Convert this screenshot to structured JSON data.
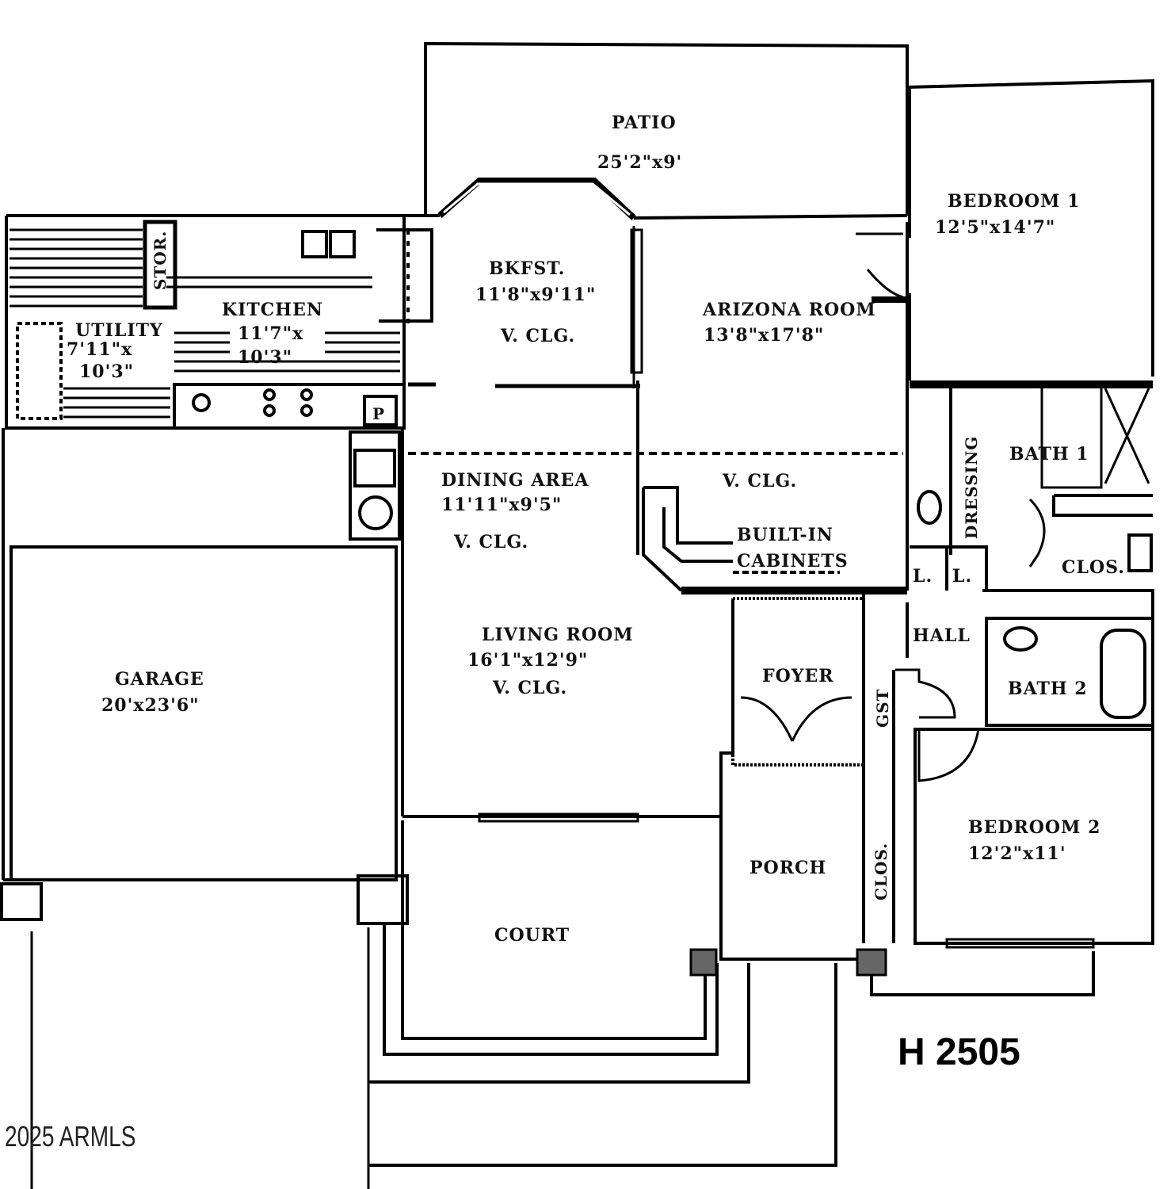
{
  "plan": {
    "model_number": "H 2505",
    "copyright": "2025 ARMLS"
  },
  "rooms": {
    "patio": {
      "name": "PATIO",
      "dims": "25'2\"x9'"
    },
    "bedroom1": {
      "name": "BEDROOM 1",
      "dims": "12'5\"x14'7\""
    },
    "kitchen": {
      "name": "KITCHEN",
      "dims_line1": "11'7\"x",
      "dims_line2": "10'3\""
    },
    "utility": {
      "name": "UTILITY",
      "dims_line1": "7'11\"x",
      "dims_line2": "10'3\""
    },
    "storage": {
      "name": "STOR."
    },
    "breakfast": {
      "name": "BKFST.",
      "dims": "11'8\"x9'11\"",
      "note": "V. CLG."
    },
    "arizona_room": {
      "name": "ARIZONA ROOM",
      "dims": "13'8\"x17'8\"",
      "note": "V. CLG."
    },
    "dining": {
      "name": "DINING AREA",
      "dims": "11'11\"x9'5\"",
      "note": "V. CLG."
    },
    "built_in": {
      "line1": "BUILT-IN",
      "line2": "CABINETS"
    },
    "living": {
      "name": "LIVING ROOM",
      "dims": "16'1\"x12'9\"",
      "note": "V. CLG."
    },
    "garage": {
      "name": "GARAGE",
      "dims": "20'x23'6\""
    },
    "foyer": {
      "name": "FOYER"
    },
    "hall": {
      "name": "HALL"
    },
    "dressing": {
      "name": "DRESSING"
    },
    "bath1": {
      "name": "BATH 1"
    },
    "closet1": {
      "name": "CLOS."
    },
    "linen1": {
      "name": "L."
    },
    "linen2": {
      "name": "L."
    },
    "bath2": {
      "name": "BATH 2"
    },
    "guest_closet": {
      "name": "GST"
    },
    "closet2": {
      "name": "CLOS."
    },
    "bedroom2": {
      "name": "BEDROOM 2",
      "dims": "12'2\"x11'"
    },
    "porch": {
      "name": "PORCH"
    },
    "court": {
      "name": "COURT"
    },
    "pantry": {
      "name": "P"
    }
  }
}
